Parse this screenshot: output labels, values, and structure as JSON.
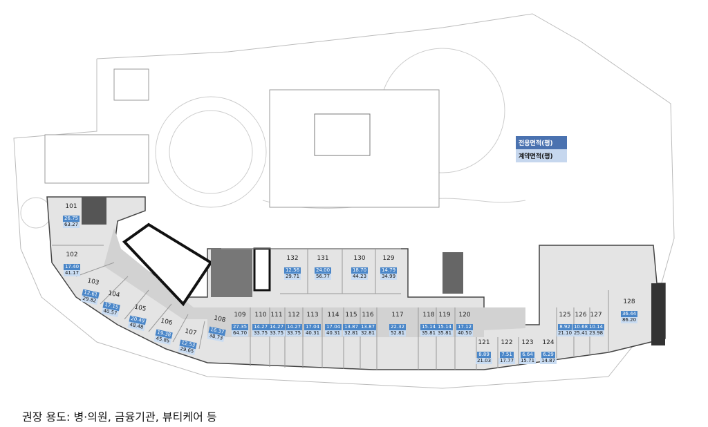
{
  "legend": {
    "exclusive_area": "전용면적(평)",
    "contract_area": "계약면적(평)"
  },
  "colors": {
    "exclusive_bg": "#4a86c8",
    "contract_bg": "#c9dcf2",
    "floor": "#e4e4e4",
    "wall": "#222222"
  },
  "units": [
    {
      "no": "101",
      "exclusive": "26.75",
      "contract": "63.27"
    },
    {
      "no": "102",
      "exclusive": "17.40",
      "contract": "41.17"
    },
    {
      "no": "103",
      "exclusive": "12.61",
      "contract": "29.82"
    },
    {
      "no": "104",
      "exclusive": "17.15",
      "contract": "40.57"
    },
    {
      "no": "105",
      "exclusive": "20.49",
      "contract": "48.48"
    },
    {
      "no": "106",
      "exclusive": "19.38",
      "contract": "45.85"
    },
    {
      "no": "107",
      "exclusive": "12.53",
      "contract": "29.65"
    },
    {
      "no": "108",
      "exclusive": "16.37",
      "contract": "38.73"
    },
    {
      "no": "109",
      "exclusive": "27.35",
      "contract": "64.70"
    },
    {
      "no": "110",
      "exclusive": "14.27",
      "contract": "33.75"
    },
    {
      "no": "111",
      "exclusive": "14.27",
      "contract": "33.75"
    },
    {
      "no": "112",
      "exclusive": "14.27",
      "contract": "33.75"
    },
    {
      "no": "113",
      "exclusive": "17.04",
      "contract": "40.31"
    },
    {
      "no": "114",
      "exclusive": "17.04",
      "contract": "40.31"
    },
    {
      "no": "115",
      "exclusive": "13.87",
      "contract": "32.81"
    },
    {
      "no": "116",
      "exclusive": "13.87",
      "contract": "32.81"
    },
    {
      "no": "117",
      "exclusive": "22.32",
      "contract": "52.81"
    },
    {
      "no": "118",
      "exclusive": "15.14",
      "contract": "35.81"
    },
    {
      "no": "119",
      "exclusive": "15.14",
      "contract": "35.81"
    },
    {
      "no": "120",
      "exclusive": "17.12",
      "contract": "40.50"
    },
    {
      "no": "121",
      "exclusive": "8.89",
      "contract": "21.03"
    },
    {
      "no": "122",
      "exclusive": "7.51",
      "contract": "17.77"
    },
    {
      "no": "123",
      "exclusive": "6.64",
      "contract": "15.71"
    },
    {
      "no": "124",
      "exclusive": "6.29",
      "contract": "14.87"
    },
    {
      "no": "125",
      "exclusive": "8.92",
      "contract": "21.10"
    },
    {
      "no": "126",
      "exclusive": "10.68",
      "contract": "25.41"
    },
    {
      "no": "127",
      "exclusive": "10.14",
      "contract": "23.98"
    },
    {
      "no": "128",
      "exclusive": "36.44",
      "contract": "86.20"
    },
    {
      "no": "129",
      "exclusive": "14.79",
      "contract": "34.99"
    },
    {
      "no": "130",
      "exclusive": "18.70",
      "contract": "44.23"
    },
    {
      "no": "131",
      "exclusive": "24.00",
      "contract": "56.77"
    },
    {
      "no": "132",
      "exclusive": "12.56",
      "contract": "29.71"
    }
  ],
  "note": "권장 용도: 병·의원, 금융기관, 뷰티케어 등"
}
